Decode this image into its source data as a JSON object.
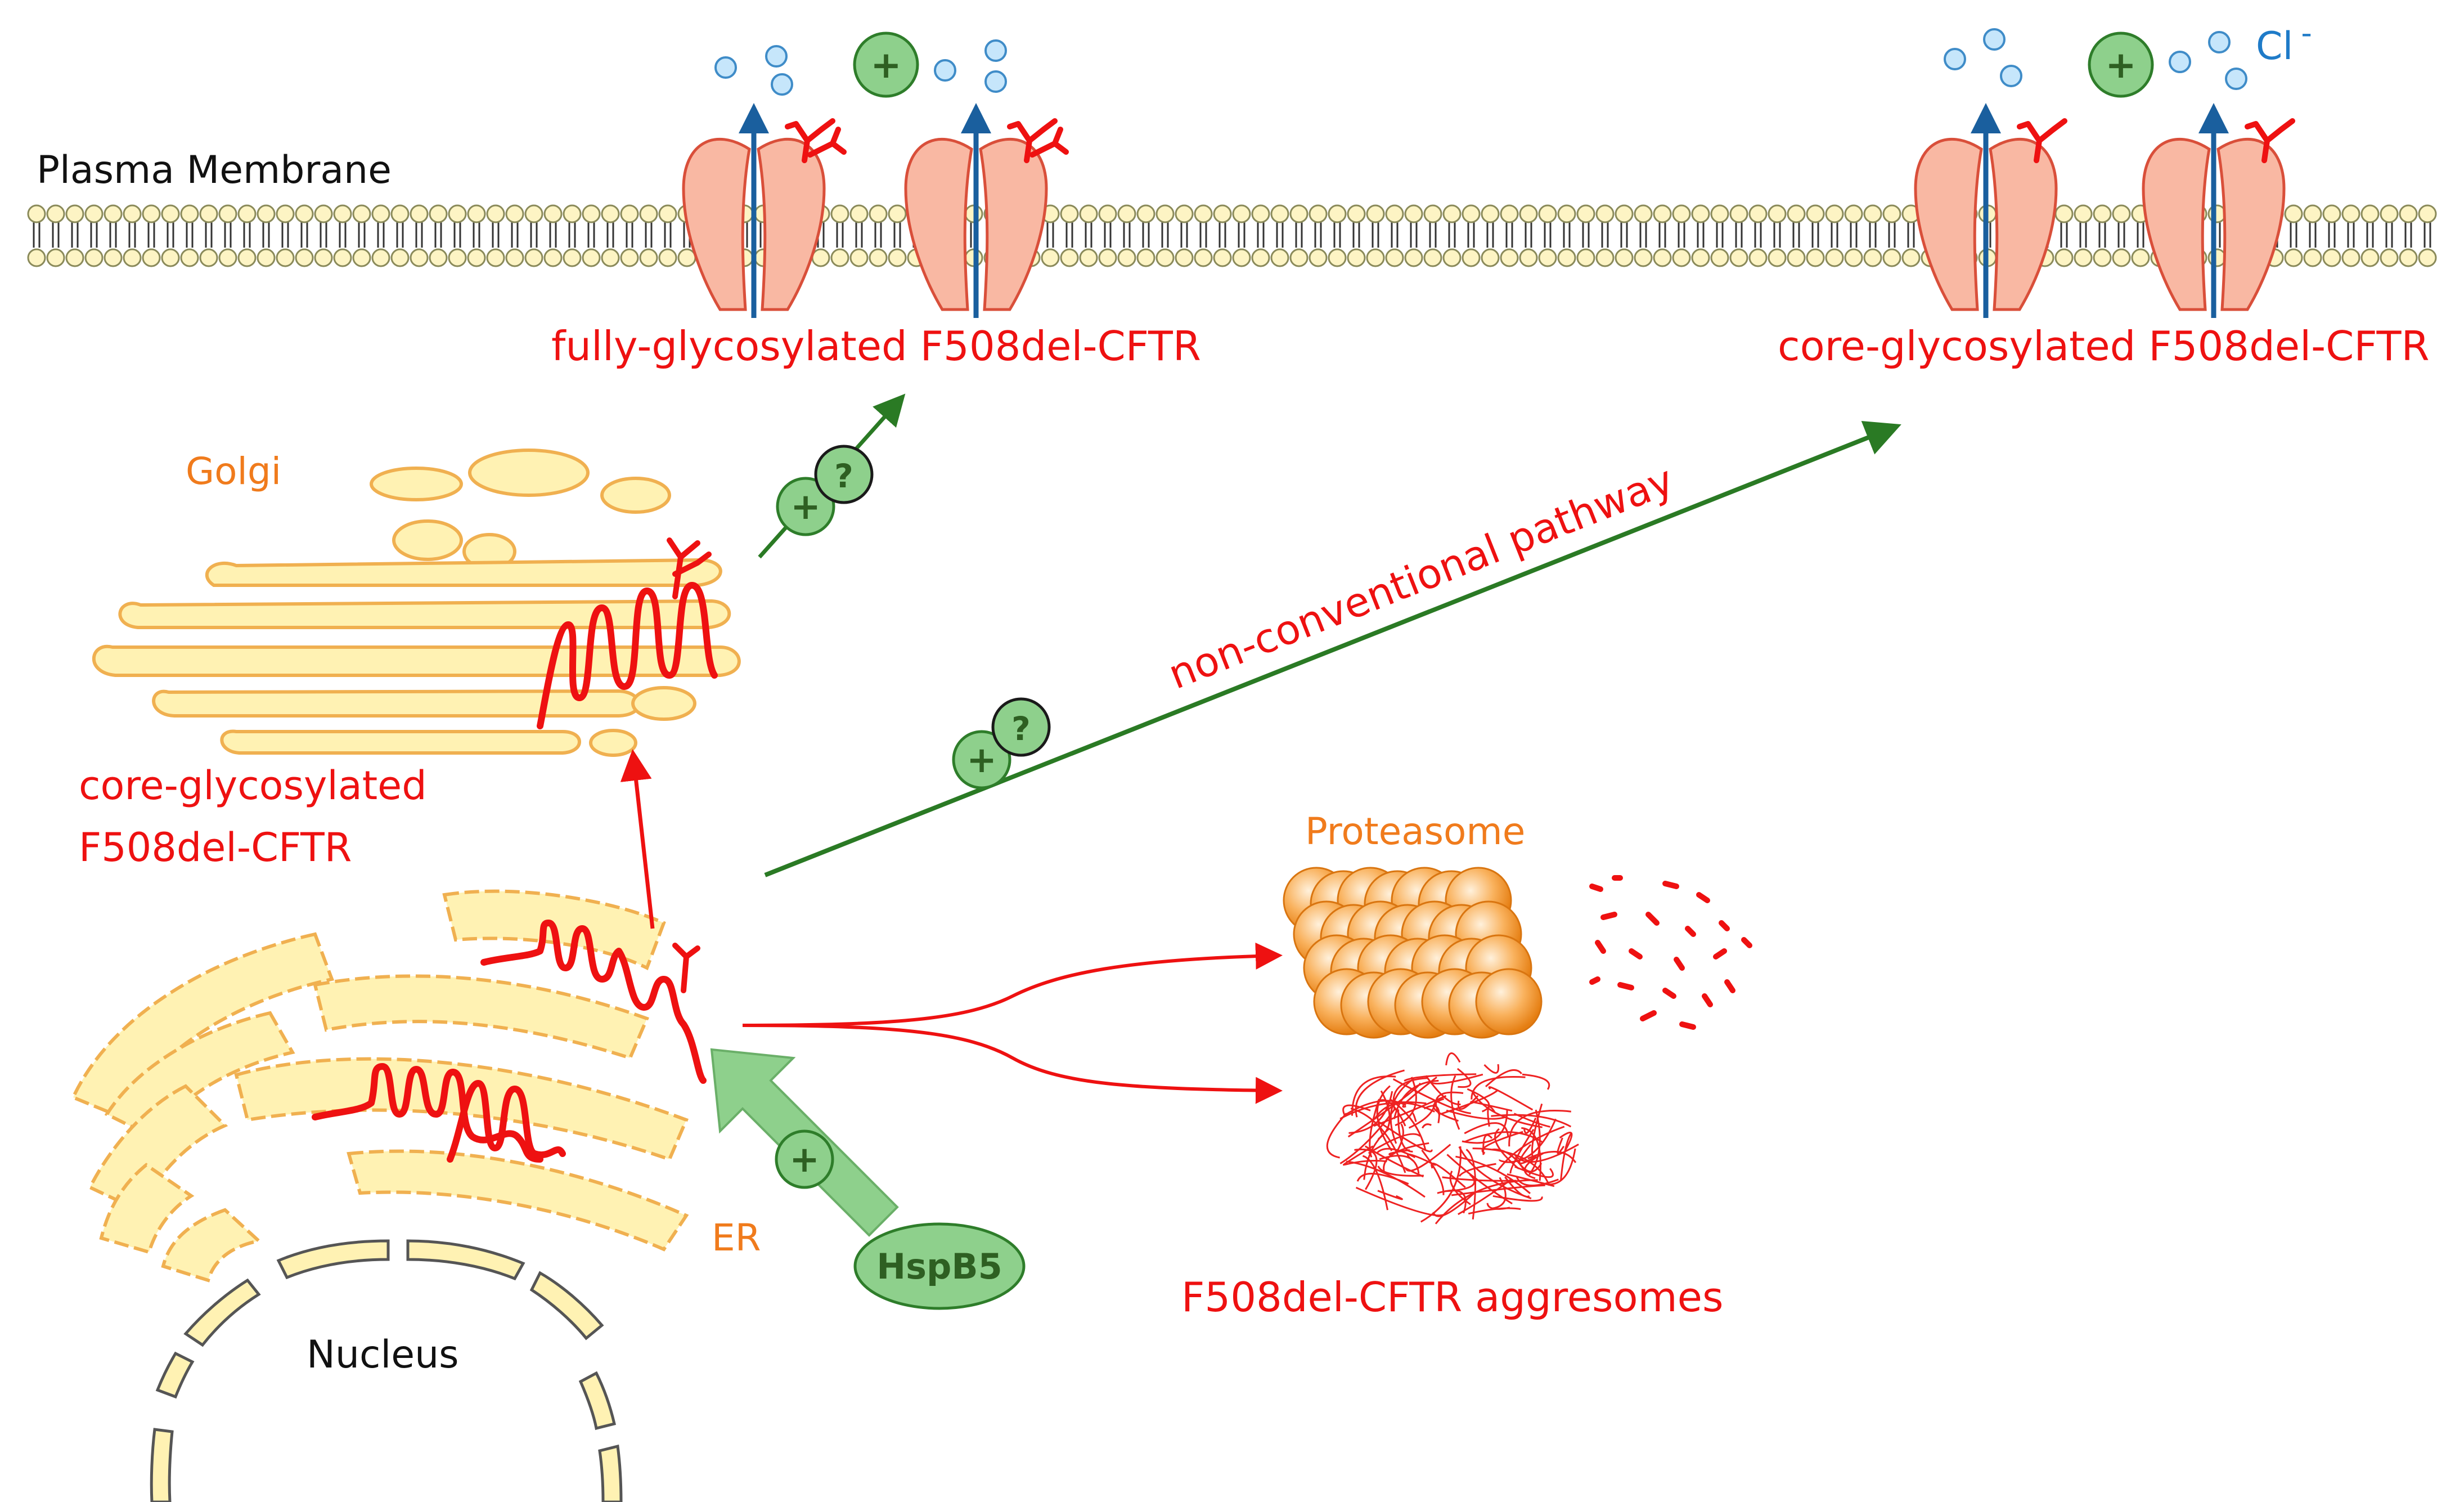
{
  "labels": {
    "plasma_membrane": "Plasma Membrane",
    "fully_glyco_label": "fully-glycosylated F508del-CFTR",
    "core_glyco_pm_label": "core-glycosylated F508del-CFTR",
    "golgi": "Golgi",
    "core_glyco_line1": "core-glycosylated",
    "core_glyco_line2": "F508del-CFTR",
    "non_conventional": "non-conventional pathway",
    "proteasome": "Proteasome",
    "aggresomes": "F508del-CFTR aggresomes",
    "er": "ER",
    "nucleus": "Nucleus",
    "hspb5": "HspB5",
    "chloride": "Cl",
    "chloride_charge": "-",
    "plus": "+",
    "question": "?"
  },
  "colors": {
    "red": "#ee1111",
    "orange": "#f07b1c",
    "green_fill": "#8ed08c",
    "green_dark": "#2e7d2a",
    "pathway_green": "#2a7a24",
    "yellow_fill": "#fff2b3",
    "yellow_stroke": "#f0b050",
    "channel_fill": "#f9b8a3",
    "channel_stroke": "#d94f3a",
    "pore_blue": "#1a5f9e",
    "ion_blue": "#9fd0f2",
    "cl_blue": "#1f7bc8"
  }
}
